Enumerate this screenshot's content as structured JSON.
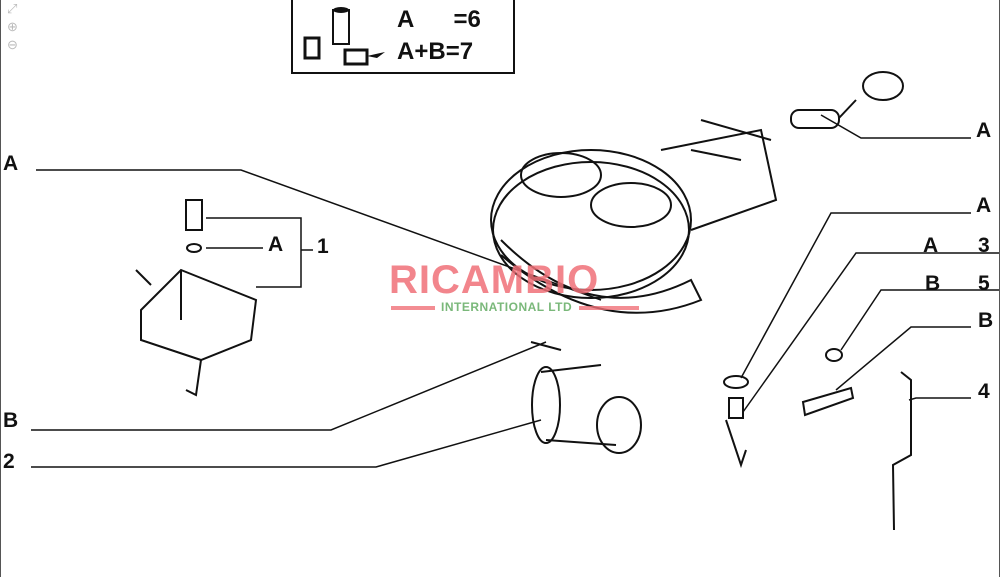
{
  "toolbar": {
    "tools": [
      {
        "name": "fit-screen-icon"
      },
      {
        "name": "zoom-in-icon"
      },
      {
        "name": "zoom-out-icon"
      }
    ]
  },
  "legend": {
    "row1_left": "A",
    "row1_right": "=6",
    "row2_left": "A+B",
    "row2_right": "=7"
  },
  "labels": {
    "left_a": "A",
    "valve_a": "A",
    "valve_num": "1",
    "left_b": "B",
    "left_2": "2",
    "r_a1": "A",
    "r_a2": "A",
    "r_a3": "A",
    "r_3": "3",
    "r_b5": "B",
    "r_5": "5",
    "r_b": "B",
    "r_4": "4"
  },
  "watermark": {
    "brand": "RICAMBIO",
    "sub": "INTERNATIONAL LTD"
  },
  "colors": {
    "line": "#111111",
    "watermark_red": "#f07078",
    "watermark_green": "#7ab87a"
  }
}
